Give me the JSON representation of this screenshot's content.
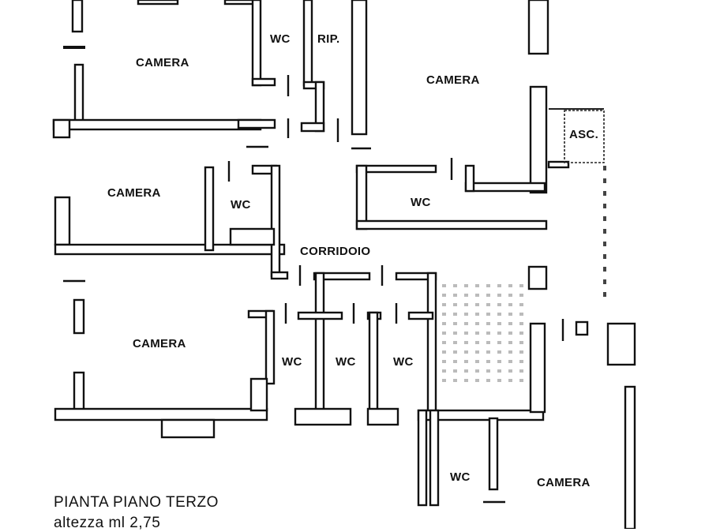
{
  "rooms": {
    "camera_top_left": "CAMERA",
    "wc_top": "WC",
    "rip": "RIP.",
    "camera_top_right": "CAMERA",
    "asc": "ASC.",
    "camera_mid_left": "CAMERA",
    "wc_mid_left": "WC",
    "wc_mid_right": "WC",
    "corridoio": "CORRIDOIO",
    "camera_low_left": "CAMERA",
    "wc_low_1": "WC",
    "wc_low_2": "WC",
    "wc_low_3": "WC",
    "wc_bottom": "WC",
    "camera_bottom_right": "CAMERA"
  },
  "caption": {
    "title": "PIANTA PIANO TERZO",
    "subtitle": "altezza ml 2,75"
  }
}
